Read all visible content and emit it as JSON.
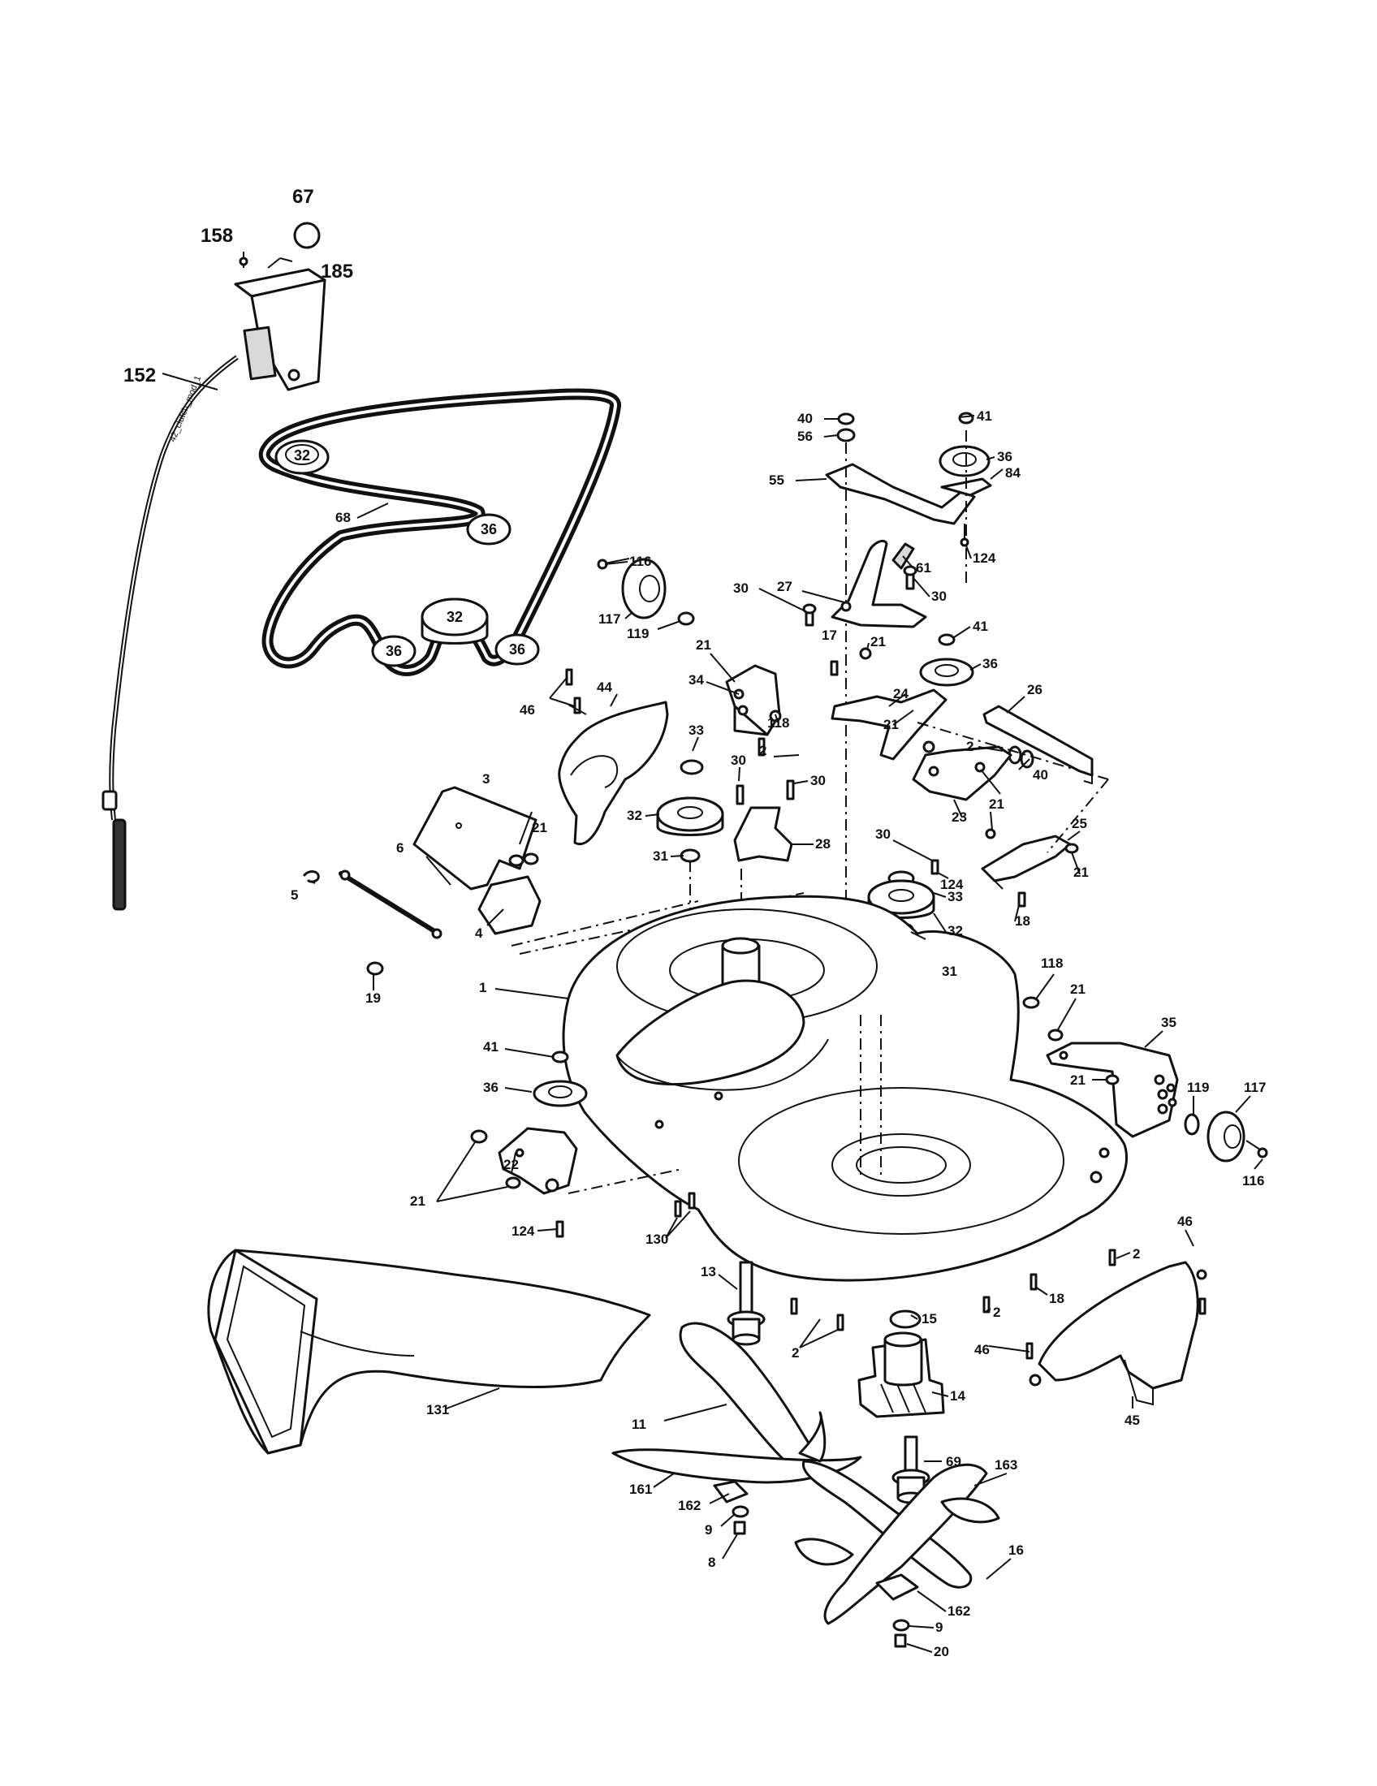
{
  "cable_text": "42_clutch_mod_1",
  "belt_pulley_labels": [
    "32",
    "36",
    "32",
    "36",
    "36"
  ],
  "callouts": [
    "67",
    "158",
    "185",
    "152",
    "68",
    "40",
    "56",
    "41",
    "36",
    "84",
    "55",
    "124",
    "61",
    "116",
    "117",
    "119",
    "30",
    "27",
    "30",
    "21",
    "17",
    "21",
    "41",
    "36",
    "34",
    "118",
    "46",
    "44",
    "24",
    "26",
    "2",
    "40",
    "21",
    "33",
    "30",
    "30",
    "2",
    "3",
    "21",
    "32",
    "31",
    "28",
    "23",
    "21",
    "30",
    "124",
    "25",
    "21",
    "6",
    "5",
    "4",
    "33",
    "32",
    "18",
    "19",
    "31",
    "1",
    "118",
    "21",
    "35",
    "41",
    "119",
    "117",
    "21",
    "36",
    "116",
    "22",
    "21",
    "124",
    "130",
    "46",
    "2",
    "13",
    "18",
    "15",
    "2",
    "46",
    "2",
    "14",
    "131",
    "11",
    "45",
    "69",
    "163",
    "161",
    "162",
    "9",
    "8",
    "16",
    "162",
    "9",
    "20"
  ]
}
